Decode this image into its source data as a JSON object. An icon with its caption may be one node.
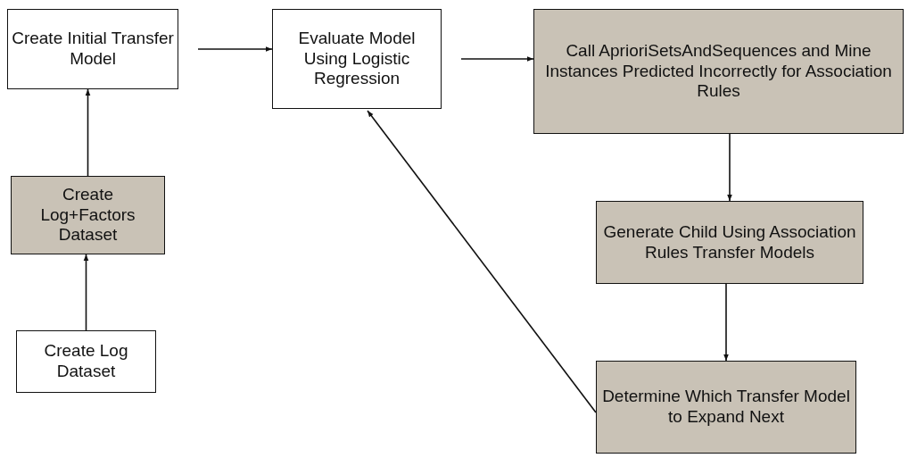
{
  "diagram": {
    "nodes": [
      {
        "text": [
          "Create Initial Transfer Model"
        ]
      },
      {
        "text": [
          "Evaluate Model Using Logistic Regression"
        ]
      },
      {
        "text": [
          "Call AprioriSetsAndSequences and Mine Instances Predicted Incorrectly for Association Rules"
        ]
      },
      {
        "text": [
          "Create Log+Factors Dataset"
        ]
      },
      {
        "text": [
          "Generate Child Using Association Rules Transfer Models"
        ]
      },
      {
        "text": [
          "Create Log Dataset"
        ]
      },
      {
        "text": [
          "Determine Which Transfer Model to Expand Next"
        ]
      }
    ],
    "edges": [
      {
        "from": 0,
        "to": 1,
        "arrow": "to"
      },
      {
        "from": 1,
        "to": 2,
        "arrow": "to"
      },
      {
        "from": 2,
        "to": 4,
        "arrow": "to"
      },
      {
        "from": 4,
        "to": 6,
        "arrow": "to"
      },
      {
        "from": 6,
        "to": 1,
        "arrow": "to"
      },
      {
        "from": 3,
        "to": 0,
        "arrow": "to"
      },
      {
        "from": 5,
        "to": 3,
        "arrow": "to"
      }
    ]
  }
}
